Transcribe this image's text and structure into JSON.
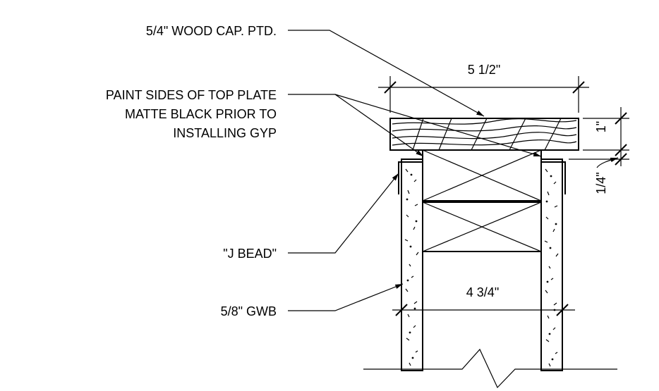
{
  "notes": {
    "wood_cap": "5/4\" WOOD CAP. PTD.",
    "paint_line1": "PAINT SIDES OF TOP PLATE",
    "paint_line2": "MATTE BLACK PRIOR TO",
    "paint_line3": "INSTALLING GYP",
    "j_bead": "\"J BEAD\"",
    "gwb": "5/8\" GWB"
  },
  "dimensions": {
    "cap_width": "5 1/2\"",
    "cap_thickness": "1\"",
    "reveal": "1/4\"",
    "wall_width": "4 3/4\""
  },
  "colors": {
    "line": "#000000",
    "background": "#ffffff"
  }
}
